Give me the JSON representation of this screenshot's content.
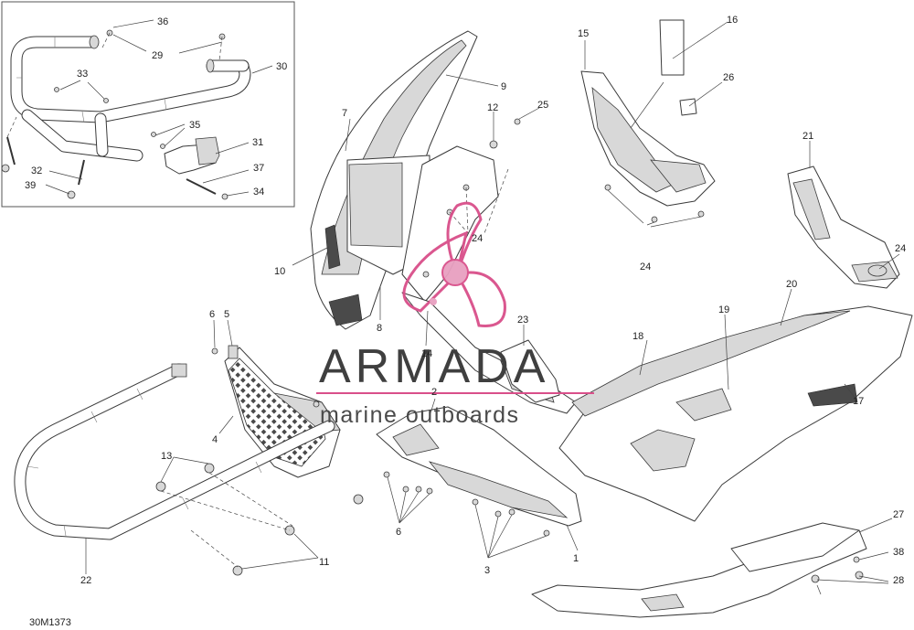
{
  "drawing_code": "30M1373",
  "watermark": {
    "brand": "ARMADA",
    "tagline": "marine outboards",
    "accent_color": "#d94f8a"
  },
  "callouts": [
    "1",
    "2",
    "3",
    "4",
    "5",
    "6",
    "6",
    "7",
    "8",
    "9",
    "10",
    "11",
    "12",
    "13",
    "14",
    "15",
    "16",
    "17",
    "18",
    "19",
    "20",
    "21",
    "22",
    "23",
    "24",
    "24",
    "24",
    "24",
    "25",
    "26",
    "27",
    "28",
    "29",
    "30",
    "31",
    "32",
    "33",
    "34",
    "35",
    "36",
    "37",
    "38",
    "39"
  ]
}
